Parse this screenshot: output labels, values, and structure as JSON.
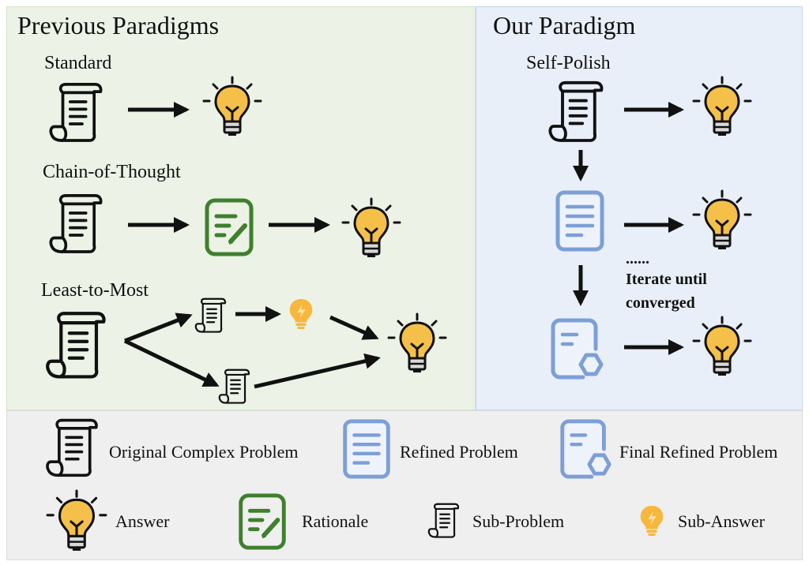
{
  "previous": {
    "heading": "Previous Paradigms",
    "standard_label": "Standard",
    "cot_label": "Chain-of-Thought",
    "ltm_label": "Least-to-Most"
  },
  "ours": {
    "heading": "Our Paradigm",
    "method_label": "Self-Polish",
    "ellipsis": "......",
    "iterate_line1": "Iterate until",
    "iterate_line2": "converged"
  },
  "legend": {
    "original": "Original Complex Problem",
    "refined": "Refined Problem",
    "final_refined": "Final Refined Problem",
    "answer": "Answer",
    "rationale": "Rationale",
    "sub_problem": "Sub-Problem",
    "sub_answer": "Sub-Answer"
  },
  "colors": {
    "previous_bg": "#ecf3e6",
    "ours_bg": "#e8eff9",
    "legend_bg": "#efefef",
    "bulb_yellow": "#f5c04a",
    "rationale_green": "#3f7f2e",
    "refined_blue": "#7d9fd6"
  },
  "icons": {
    "problem": "scroll-document-icon",
    "answer": "lightbulb-icon",
    "rationale": "notepad-pencil-icon",
    "refined": "blue-document-icon",
    "final_refined": "blue-document-hexagon-icon",
    "sub_answer": "small-lightbulb-icon"
  }
}
